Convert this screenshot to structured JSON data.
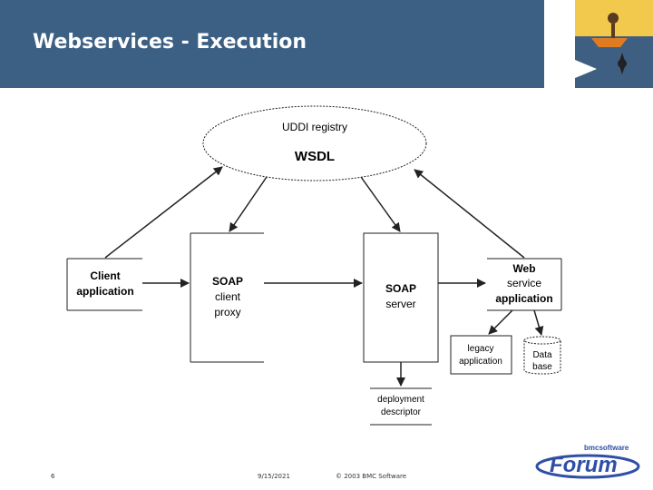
{
  "header": {
    "title": "Webservices - Execution"
  },
  "diagram": {
    "uddi": {
      "line1": "UDDI registry",
      "line2": "WSDL"
    },
    "client": {
      "line1": "Client",
      "line2": "application"
    },
    "soap_proxy": {
      "line1": "SOAP",
      "line2": "client",
      "line3": "proxy"
    },
    "soap_server": {
      "line1": "SOAP",
      "line2": "server"
    },
    "web_app": {
      "line1": "Web",
      "line2": "service",
      "line3": "application"
    },
    "legacy": {
      "line1": "legacy",
      "line2": "application"
    },
    "database": {
      "line1": "Data",
      "line2": "base"
    },
    "descriptor": {
      "line1": "deployment",
      "line2": "descriptor"
    }
  },
  "footer": {
    "page": "6",
    "date": "9/15/2021",
    "copyright": "© 2003 BMC Software"
  },
  "brand": {
    "small": "bmcsoftware",
    "big": "Forum"
  },
  "colors": {
    "header_bg": "#3c5f84",
    "brand_blue": "#2f4fa6"
  }
}
